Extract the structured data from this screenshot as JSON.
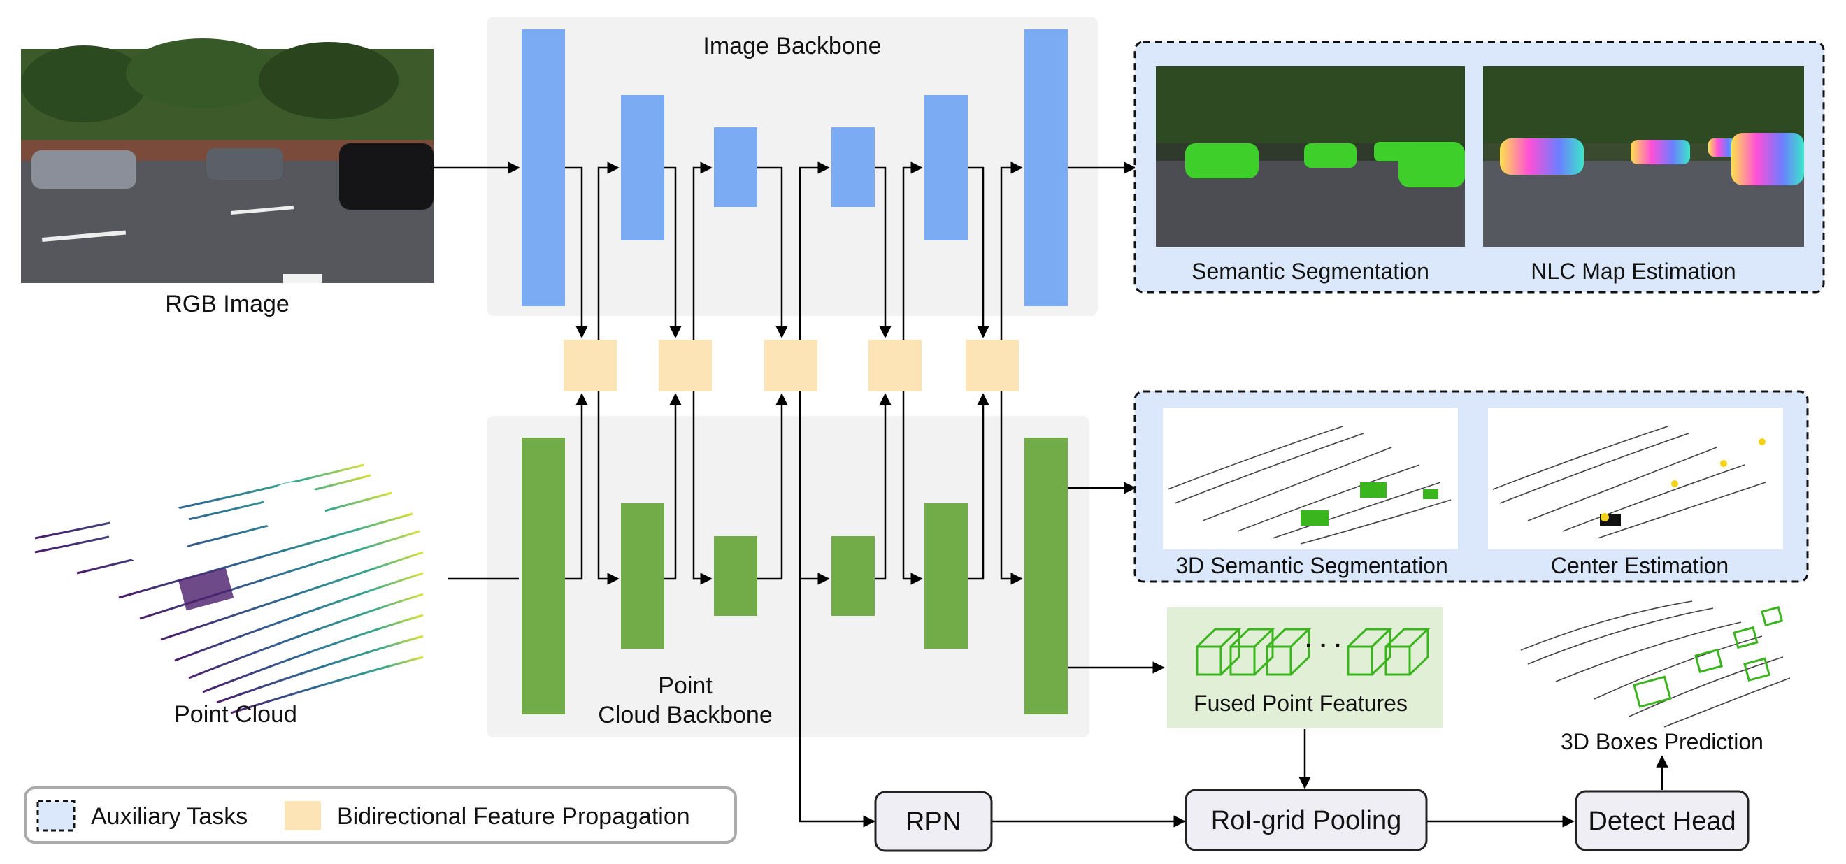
{
  "labels": {
    "rgb_image": "RGB Image",
    "point_cloud": "Point Cloud",
    "image_backbone": "Image Backbone",
    "point_backbone_line1": "Point",
    "point_backbone_line2": "Cloud Backbone",
    "semantic_segmentation": "Semantic Segmentation",
    "nlc_map": "NLC Map Estimation",
    "semantic_3d": "3D Semantic Segmentation",
    "center_estimation": "Center Estimation",
    "fused_point_features": "Fused Point Features",
    "boxes_prediction": "3D Boxes Prediction",
    "rpn": "RPN",
    "roi_pooling": "RoI-grid Pooling",
    "detect_head": "Detect Head",
    "ellipsis": "· · ·"
  },
  "legend": {
    "auxiliary": "Auxiliary Tasks",
    "bfp": "Bidirectional Feature Propagation"
  },
  "colors": {
    "image_block": "#7aabf3",
    "point_block": "#72ac48",
    "fusion_block": "#fde4b6",
    "backbone_bg": "#f2f2f2",
    "aux_bg": "#dbe8fb",
    "fused_bg": "#e0efd5",
    "module_bg": "#efeef5",
    "green_box": "#3bb51e",
    "arrow": "#000000"
  }
}
